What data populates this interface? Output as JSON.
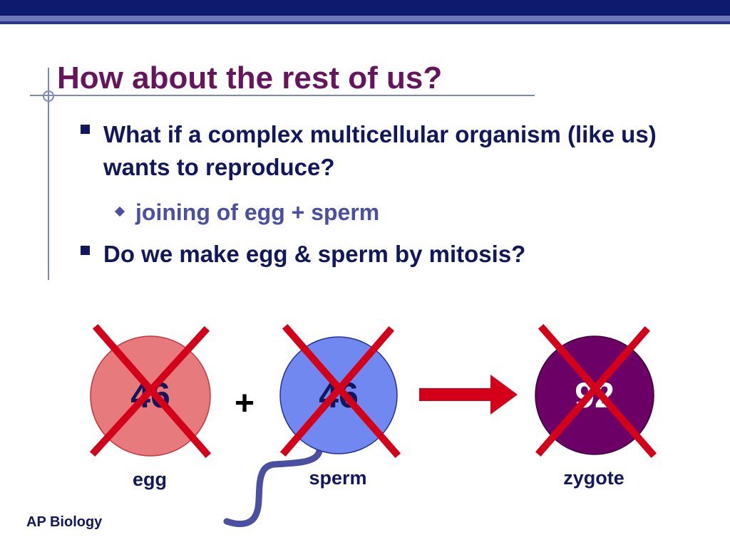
{
  "slide": {
    "title": "How about the rest of us?",
    "bullets": [
      {
        "text": "What if a complex multicellular organism (like us) wants to reproduce?"
      },
      {
        "text": "Do we make egg & sperm by mitosis?"
      }
    ],
    "sub_bullet": "joining of egg + sperm",
    "footer": "AP Biology"
  },
  "diagram": {
    "cells": [
      {
        "label": "egg",
        "chromosomes": "46",
        "fill": "#e77a7d"
      },
      {
        "label": "sperm",
        "chromosomes": "46",
        "fill": "#7188f0"
      },
      {
        "label": "zygote",
        "chromosomes": "92",
        "fill": "#6c0066"
      }
    ],
    "operator": "+",
    "cross_color": "#d4001a",
    "arrow_color": "#d4001a"
  },
  "colors": {
    "title": "#66145e",
    "body_text": "#11175c",
    "sub_text": "#4a4fa1",
    "header_bar": "#0d1a6e"
  }
}
